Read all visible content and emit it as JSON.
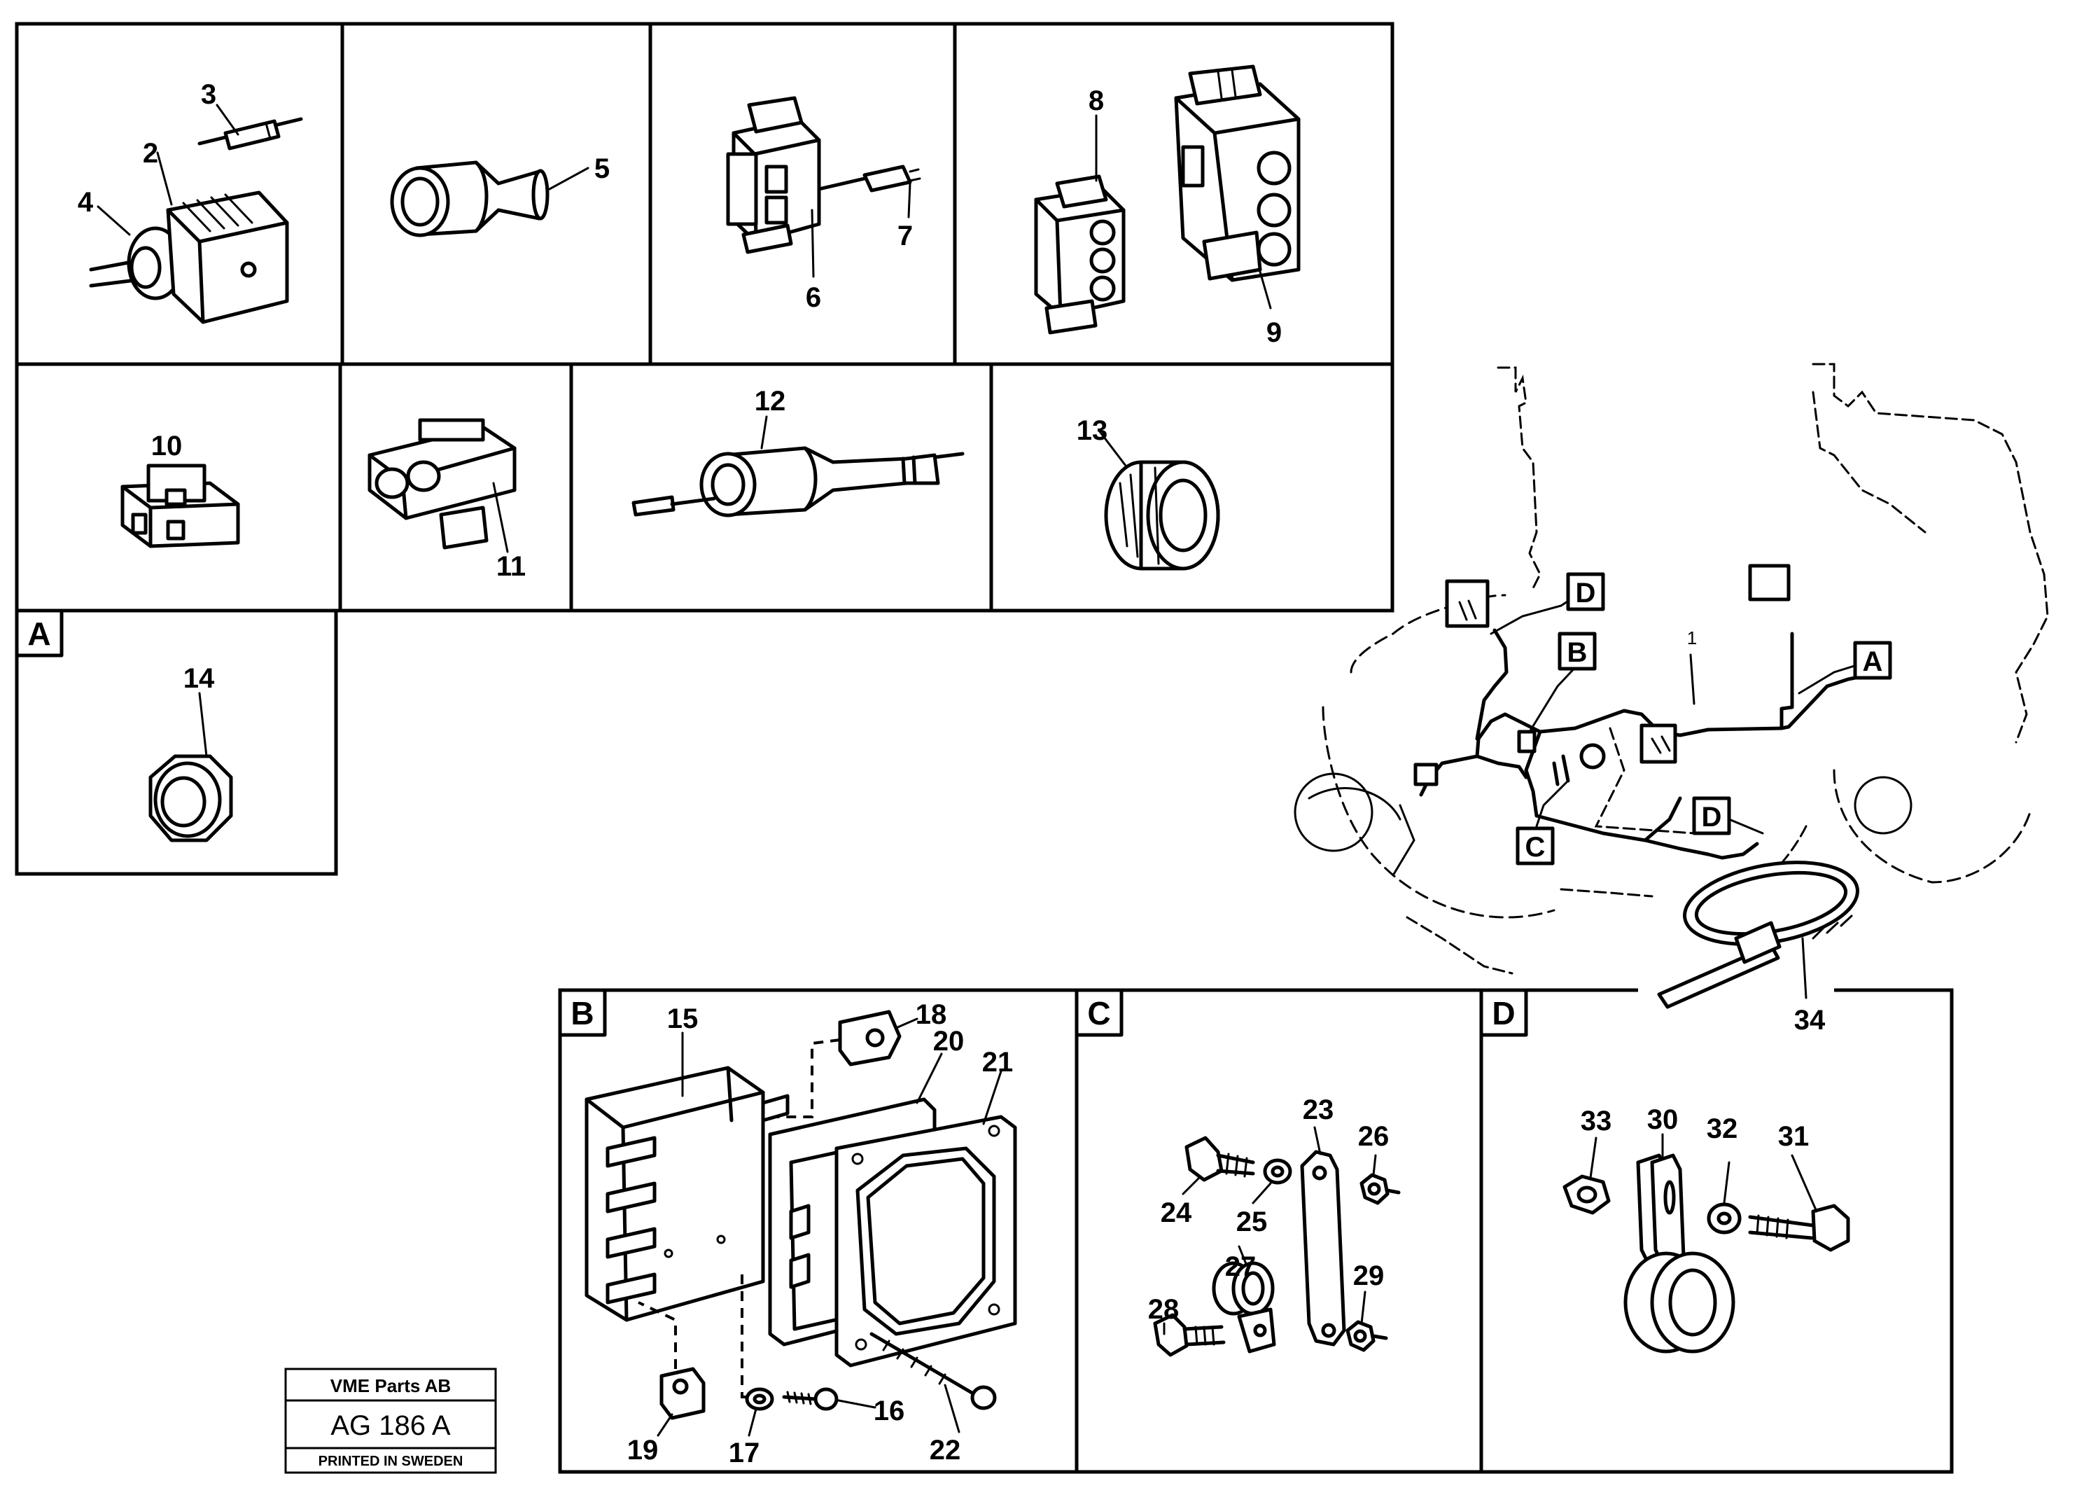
{
  "labels": {
    "p2": "2",
    "p3": "3",
    "p4": "4",
    "p5": "5",
    "p6": "6",
    "p7": "7",
    "p8": "8",
    "p9": "9",
    "p10": "10",
    "p11": "11",
    "p12": "12",
    "p13": "13",
    "p14": "14",
    "p15": "15",
    "p16": "16",
    "p17": "17",
    "p18": "18",
    "p19": "19",
    "p20": "20",
    "p21": "21",
    "p22": "22",
    "p23": "23",
    "p24": "24",
    "p25": "25",
    "p26": "26",
    "p27": "27",
    "p28": "28",
    "p29": "29",
    "p30": "30",
    "p31": "31",
    "p32": "32",
    "p33": "33",
    "p34": "34",
    "harness": "1"
  },
  "sections": {
    "a": "A",
    "b": "B",
    "c": "C",
    "d": "D"
  },
  "callouts": {
    "a": "A",
    "b": "B",
    "c": "C",
    "d1": "D",
    "d2": "D"
  },
  "stamp": {
    "company": "VME Parts AB",
    "code": "AG 186 A",
    "printed": "PRINTED IN SWEDEN"
  }
}
